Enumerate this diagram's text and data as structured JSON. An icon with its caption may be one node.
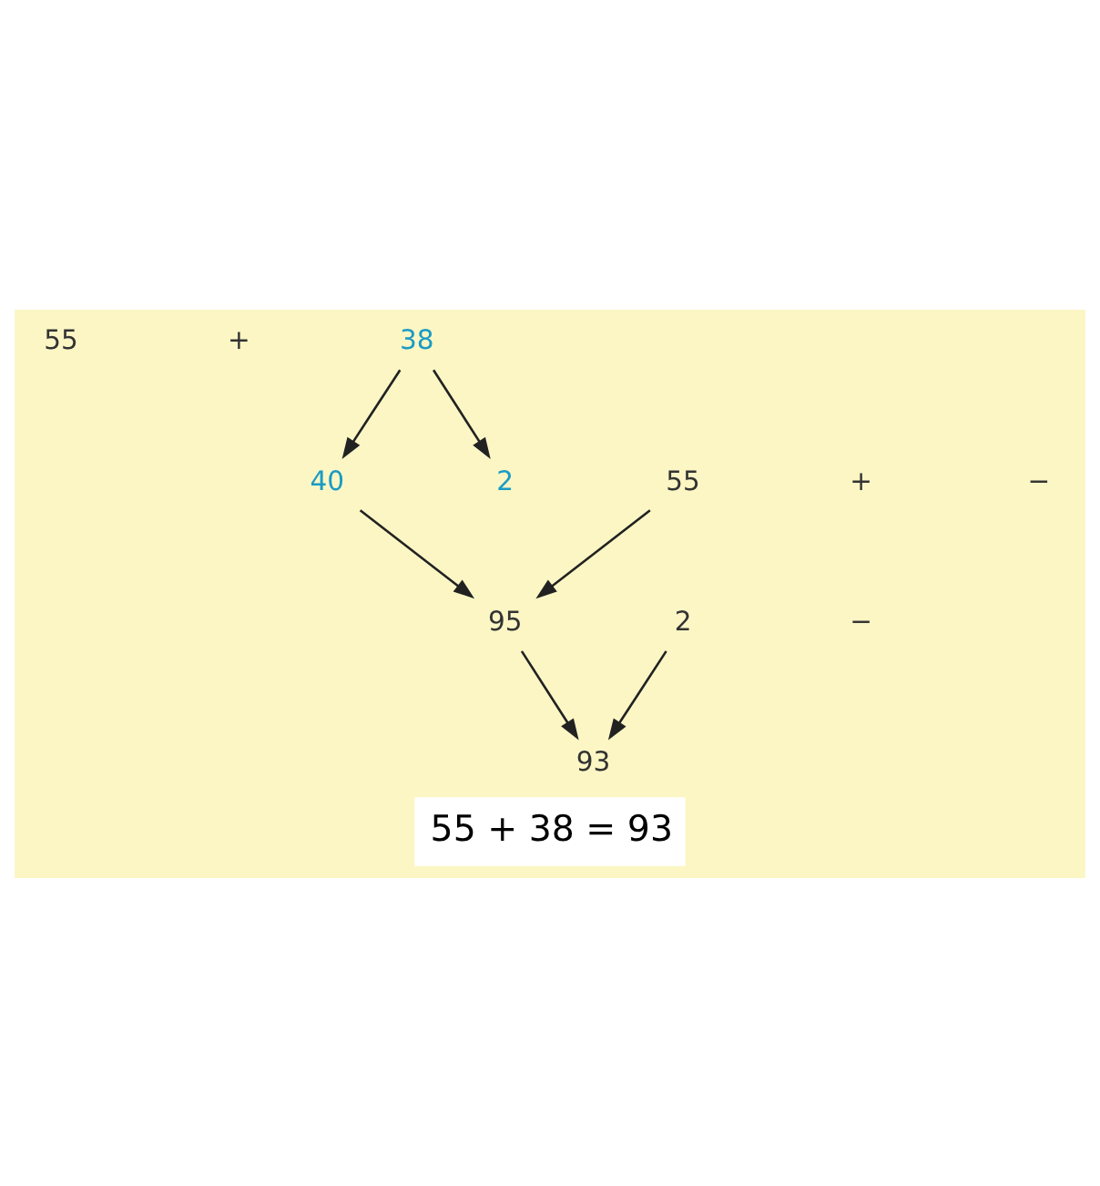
{
  "diagram": {
    "caption": "55 + 38 = 93",
    "nodes": [
      {
        "text": [
          "38"
        ]
      },
      {
        "text": [
          "55"
        ]
      },
      {
        "text": [
          "40"
        ]
      },
      {
        "text": [
          "2"
        ]
      },
      {
        "text": [
          "95"
        ]
      },
      {
        "text": [
          "2"
        ]
      },
      {
        "text": [
          "93"
        ]
      }
    ],
    "edges": [
      {
        "from": 0,
        "to": 2,
        "arrow": "to"
      },
      {
        "from": 0,
        "to": 3,
        "arrow": "to"
      },
      {
        "from": 1,
        "to": 4,
        "arrow": "to"
      },
      {
        "from": 2,
        "to": 4,
        "arrow": "to"
      },
      {
        "from": 4,
        "to": 6,
        "arrow": "to"
      },
      {
        "from": 5,
        "to": 6,
        "arrow": "to"
      }
    ],
    "labels": [
      "55",
      "+",
      "+",
      "−",
      "−"
    ]
  }
}
